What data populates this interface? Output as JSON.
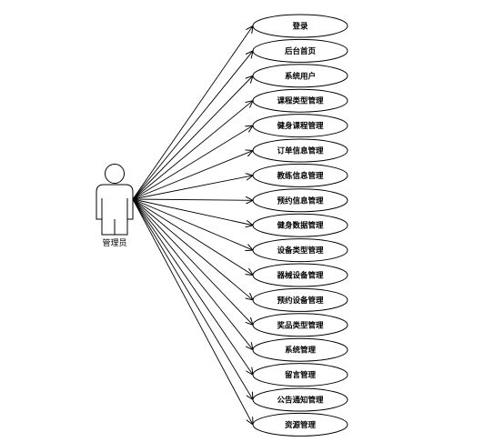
{
  "actor": {
    "name": "管理员"
  },
  "use_cases": [
    "登录",
    "后台首页",
    "系统用户",
    "课程类型管理",
    "健身课程管理",
    "订单信息管理",
    "教练信息管理",
    "预约信息管理",
    "健身数据管理",
    "设备类型管理",
    "器械设备管理",
    "预约设备管理",
    "奖品类型管理",
    "系统管理",
    "留言管理",
    "公告通知管理",
    "资源管理"
  ],
  "colors": {
    "stroke": "#000000",
    "fill": "#ffffff"
  }
}
